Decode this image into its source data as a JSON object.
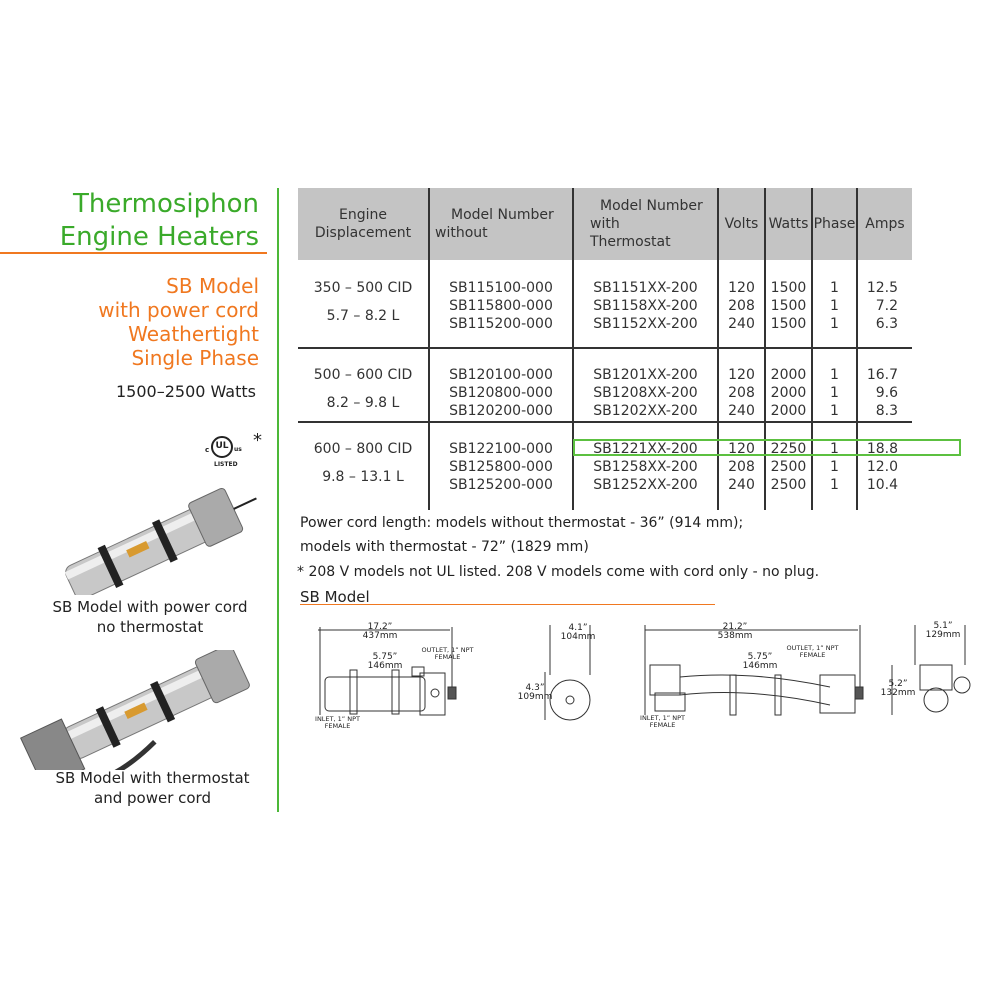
{
  "title": [
    "Thermosiphon",
    "Engine Heaters"
  ],
  "subtitle": [
    "SB Model",
    "with power cord",
    "Weathertight",
    "Single Phase"
  ],
  "wattage": "1500–2500 Watts",
  "ul_mark": {
    "c": "c",
    "ul": "UL",
    "us": "us",
    "listed": "LISTED",
    "asterisk": "*"
  },
  "image_captions": [
    "SB Model with power cord",
    "no thermostat",
    "SB Model with thermostat",
    "and power cord"
  ],
  "colors": {
    "title_green": "#3aaa2a",
    "accent_orange": "#f07820",
    "header_gray": "#c4c4c4",
    "highlight": "#5cc040"
  },
  "table": {
    "headers": [
      [
        "Engine",
        "Displacement"
      ],
      [
        "Model Number",
        "without"
      ],
      [
        "Model Number",
        "with",
        "Thermostat"
      ],
      "Volts",
      "Watts",
      "Phase",
      "Amps"
    ],
    "groups": [
      {
        "cid": "350 – 500 CID",
        "liters": "5.7 –  8.2 L",
        "without": [
          "SB115100-000",
          "SB115800-000",
          "SB115200-000"
        ],
        "with": [
          "SB1151XX-200",
          "SB1158XX-200",
          "SB1152XX-200"
        ],
        "volts": [
          "120",
          "208",
          "240"
        ],
        "watts": [
          "1500",
          "1500",
          "1500"
        ],
        "phase": [
          "1",
          "1",
          "1"
        ],
        "amps": [
          "12.5",
          "7.2",
          "6.3"
        ]
      },
      {
        "cid": "500 – 600 CID",
        "liters": "8.2 –  9.8 L",
        "without": [
          "SB120100-000",
          "SB120800-000",
          "SB120200-000"
        ],
        "with": [
          "SB1201XX-200",
          "SB1208XX-200",
          "SB1202XX-200"
        ],
        "volts": [
          "120",
          "208",
          "240"
        ],
        "watts": [
          "2000",
          "2000",
          "2000"
        ],
        "phase": [
          "1",
          "1",
          "1"
        ],
        "amps": [
          "16.7",
          "9.6",
          "8.3"
        ]
      },
      {
        "cid": "600 – 800 CID",
        "liters": "9.8 –  13.1 L",
        "without": [
          "SB122100-000",
          "SB125800-000",
          "SB125200-000"
        ],
        "with": [
          "SB1221XX-200",
          "SB1258XX-200",
          "SB1252XX-200"
        ],
        "volts": [
          "120",
          "208",
          "240"
        ],
        "watts": [
          "2250",
          "2500",
          "2500"
        ],
        "phase": [
          "1",
          "1",
          "1"
        ],
        "amps": [
          "18.8",
          "12.0",
          "10.4"
        ]
      }
    ]
  },
  "notes": [
    "Power cord length: models without thermostat - 36” (914 mm);",
    "models with thermostat - 72” (1829 mm)",
    "* 208 V models not UL listed. 208 V models come with cord only - no plug."
  ],
  "section_title": "SB Model",
  "diagrams": {
    "d1": {
      "len_in": "17.2”",
      "len_mm": "437mm",
      "sp_in": "5.75”",
      "sp_mm": "146mm",
      "outlet": [
        "OUTLET, 1” NPT",
        "FEMALE"
      ],
      "inlet": [
        "INLET, 1” NPT",
        "FEMALE"
      ]
    },
    "d2": {
      "w_in": "4.1”",
      "w_mm": "104mm",
      "h_in": "4.3”",
      "h_mm": "109mm"
    },
    "d3": {
      "len_in": "21.2”",
      "len_mm": "538mm",
      "sp_in": "5.75”",
      "sp_mm": "146mm",
      "outlet": [
        "OUTLET, 1” NPT",
        "FEMALE"
      ],
      "inlet": [
        "INLET, 1” NPT",
        "FEMALE"
      ]
    },
    "d4": {
      "w_in": "5.1”",
      "w_mm": "129mm",
      "h_in": "5.2”",
      "h_mm": "132mm"
    }
  }
}
